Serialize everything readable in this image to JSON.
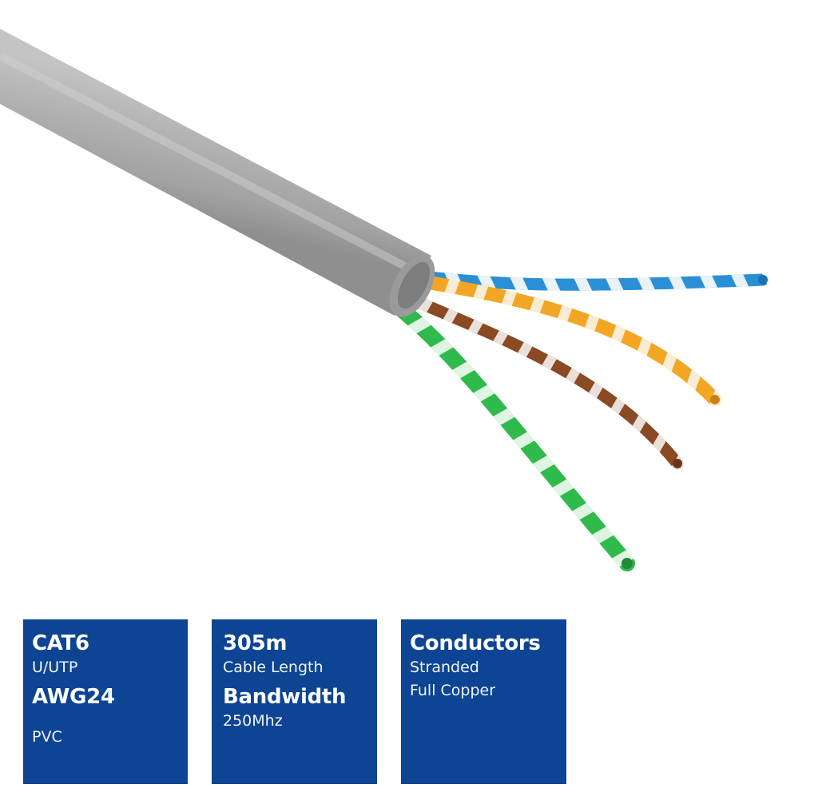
{
  "image": {
    "subject": "cable-with-twisted-pairs-icon",
    "colors": {
      "background": "#ffffff",
      "jacket": "#a9a9a9",
      "pair_blue": "#2b8fd6",
      "pair_orange": "#f2a623",
      "pair_brown": "#8a4a24",
      "pair_green": "#2fba4c",
      "box_fill": "#0d4493",
      "box_text": "#ffffff"
    }
  },
  "spec_boxes": [
    {
      "heading": "CAT6",
      "sub": "U/UTP",
      "heading2": "AWG24",
      "sub2": "PVC"
    },
    {
      "heading": "305m",
      "sub": "Cable Length",
      "heading2": "Bandwidth",
      "sub2": "250Mhz"
    },
    {
      "heading": "Conductors",
      "sub": "Stranded",
      "sub2": "Full Copper"
    }
  ]
}
